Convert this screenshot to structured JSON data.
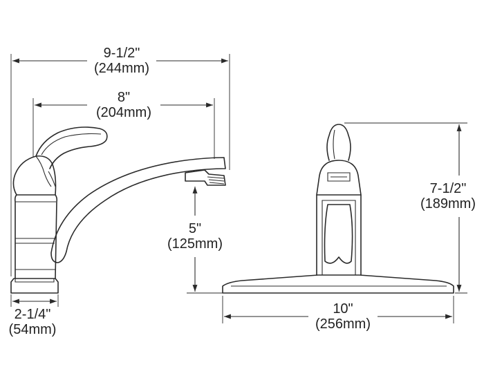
{
  "dimensions": {
    "overall_length": {
      "imperial": "9-1/2\"",
      "metric": "(244mm)"
    },
    "spout_reach": {
      "imperial": "8\"",
      "metric": "(204mm)"
    },
    "spout_height": {
      "imperial": "5\"",
      "metric": "(125mm)"
    },
    "base_width": {
      "imperial": "2-1/4\"",
      "metric": "(54mm)"
    },
    "overall_height": {
      "imperial": "7-1/2\"",
      "metric": "(189mm)"
    },
    "deckplate_width": {
      "imperial": "10\"",
      "metric": "(256mm)"
    }
  },
  "colors": {
    "line": "#2a2a2a",
    "background": "#ffffff"
  }
}
